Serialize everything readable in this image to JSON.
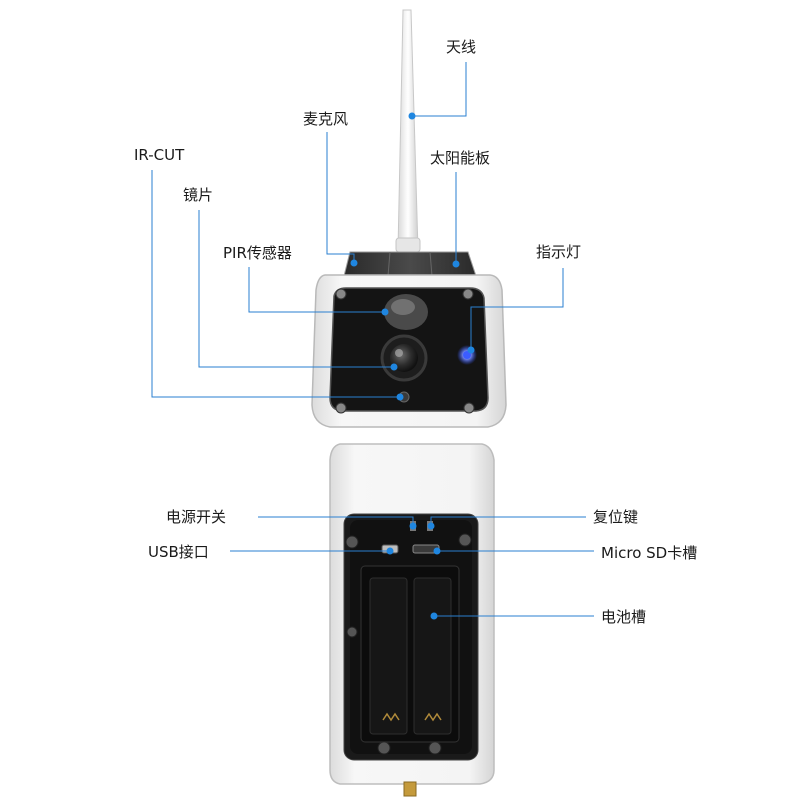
{
  "labels": {
    "antenna": "天线",
    "microphone": "麦克风",
    "ir_cut": "IR-CUT",
    "solar_panel": "太阳能板",
    "lens": "镜片",
    "pir_sensor": "PIR传感器",
    "indicator_light": "指示灯",
    "power_switch": "电源开关",
    "reset_button": "复位键",
    "usb_port": "USB接口",
    "micro_sd_slot": "Micro SD卡槽",
    "battery_slot": "电池槽"
  },
  "colors": {
    "callout_line": "#2a7fd0",
    "callout_dot": "#1f86e0",
    "indicator_led": "#2f52ff",
    "housing": "#eeeeee",
    "face": "#151515"
  }
}
